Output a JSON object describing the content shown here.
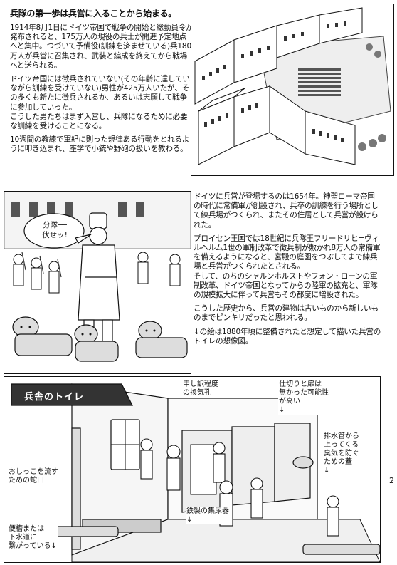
{
  "heading": "兵隊の第一歩は兵営に入ることから始まる。",
  "intro": {
    "p1": "1914年8月1日にドイツ帝国で戦争の開始と総動員令が発布されると、175万人の現役の兵士が開進予定地点へと集中。つづいて予備役(訓練を済ませている)兵180万人が兵営に召集され、武装と編成を終えてから戦場へと送られる。",
    "p2": "ドイツ帝国には徴兵されていない(その年齢に達していながら訓練を受けていない)男性が425万人いたが、その多くも新たに徴兵されるか、あるいは志願して戦争に参加していった。\nこうした男たちはまず入営し、兵隊になるために必要な訓練を受けることになる。",
    "p3": "10週間の教練で軍紀に則った規律ある行動をとれるように叩き込まれ、座学で小銃や野砲の扱いを教わる。"
  },
  "history": {
    "p1": "ドイツに兵営が登場するのは1654年。神聖ローマ帝国の時代に常備軍が創設され、兵卒の訓練を行う場所として練兵場がつくられ、またその住居として兵営が設けられた。",
    "p2": "プロイセン王国では18世紀に兵隊王フリードリヒ=ヴィルヘルム1世の軍制改革で徴兵制が敷かれ8万人の常備軍を備えるようになると、宮殿の庭園をつぶしてまで練兵場と兵営がつくられたとされる。\nそして、のちのシャルンホルストやフォン・ローンの軍制改革、ドイツ帝国となってからの陸軍の拡充と、軍隊の規模拡大に伴って兵営もその都度に増設された。",
    "p3": "こうした歴史から、兵営の建物は古いものから新しいものまでピンキリだったと思われる。",
    "p4": "↓の絵は1880年頃に整備されたと想定して描いた兵営のトイレの想像図。"
  },
  "speech_bubble": "分隊──\n伏せッ!",
  "toilet_sign": "兵舎のトイレ",
  "annotations": {
    "vent": "申し訳程度\nの換気孔",
    "partition": "仕切りと扉は\n無かった可能性\nが高い\n↓",
    "drain_trap": "排水管から\n上ってくる\n臭気を防ぐ\nための蓋\n↓",
    "tap": "おしっこを流す\nための蛇口",
    "urinal": "鉄製の集尿器\n↓",
    "sewer": "便槽または\n下水道に\n繋がっている↓"
  },
  "page_number": "2"
}
